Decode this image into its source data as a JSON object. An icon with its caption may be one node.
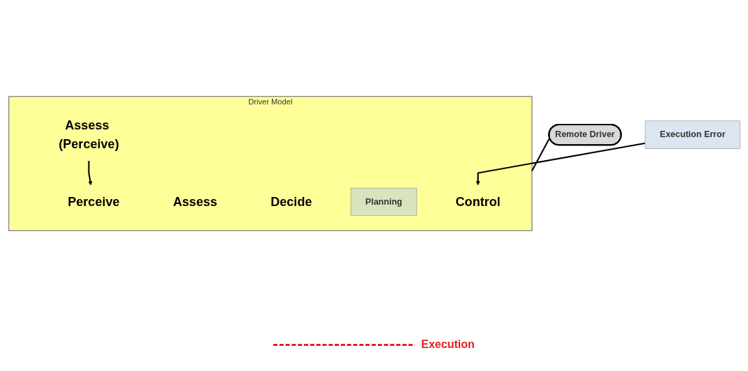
{
  "diagram": {
    "nodes": [
      {
        "text": [
          "Driver Model"
        ]
      },
      {
        "text": [
          "Remote Driver"
        ]
      },
      {
        "text": [
          "Perceive"
        ],
        "in": 0
      },
      {
        "text": [
          "Assess"
        ],
        "in": 0
      },
      {
        "text": [
          "Decide"
        ],
        "in": 0
      },
      {
        "text": [
          "Planning"
        ],
        "in": 0
      },
      {
        "text": [
          "Control"
        ],
        "in": 0
      },
      {
        "text": [
          "Execution Error"
        ]
      },
      {
        "text": [
          "Assess (Perceive)"
        ],
        "in": 0
      }
    ],
    "edges": [
      {
        "from": 1,
        "to": 0,
        "arrow": "none"
      },
      {
        "from": 8,
        "to": 2,
        "arrow": "to"
      },
      {
        "from": 7,
        "to": 6,
        "arrow": "to"
      }
    ],
    "labels": [
      "Execution"
    ]
  }
}
